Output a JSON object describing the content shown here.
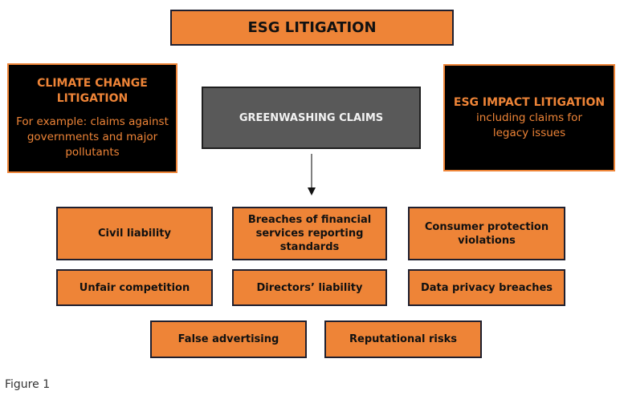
{
  "diagram": {
    "title": "ESG LITIGATION",
    "climate": {
      "heading": "CLIMATE CHANGE LITIGATION",
      "detail": "For example: claims against governments and major pollutants"
    },
    "greenwashing": "GREENWASHING CLAIMS",
    "impact": {
      "heading": "ESG IMPACT LITIGATION",
      "detail": "including claims for legacy issues"
    },
    "consequences": [
      "Civil liability",
      "Breaches of financial services reporting standards",
      "Consumer protection violations",
      "Unfair competition",
      "Directors’ liability",
      "Data privacy breaches",
      "False advertising",
      "Reputational risks"
    ],
    "arrow_icon": "arrow-down-icon",
    "colors": {
      "orange": "#ee8437",
      "black": "#000000",
      "grey": "#595959",
      "text_dark": "#111111",
      "text_light": "#f2f2f2"
    }
  },
  "caption": "Figure 1"
}
